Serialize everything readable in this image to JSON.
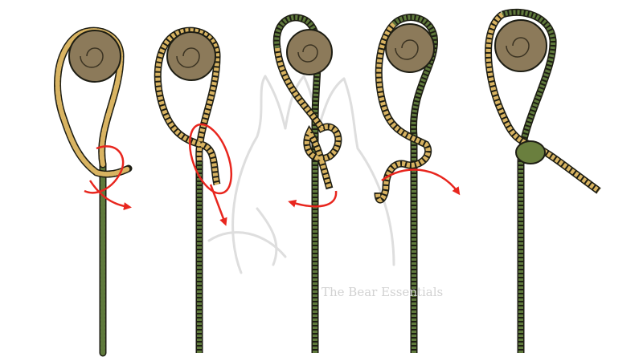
{
  "watermark": {
    "text": "The Bear Essentials",
    "color": "#d2d2d2"
  },
  "colors": {
    "standing_rope": "#5f7a3c",
    "working_end_rope": "#d9b462",
    "post": "#8c7a5a",
    "arrow": "#e8261e",
    "outline": "#1e1e14"
  },
  "steps": [
    {
      "step": 1,
      "arrow_icon": "circular-arrow-icon"
    },
    {
      "step": 2,
      "arrow_icon": "loop-arrow-icon"
    },
    {
      "step": 3,
      "arrow_icon": "curved-arrow-left-icon"
    },
    {
      "step": 4,
      "arrow_icon": "curved-arrow-right-icon"
    },
    {
      "step": 5,
      "arrow_icon": "none"
    }
  ]
}
